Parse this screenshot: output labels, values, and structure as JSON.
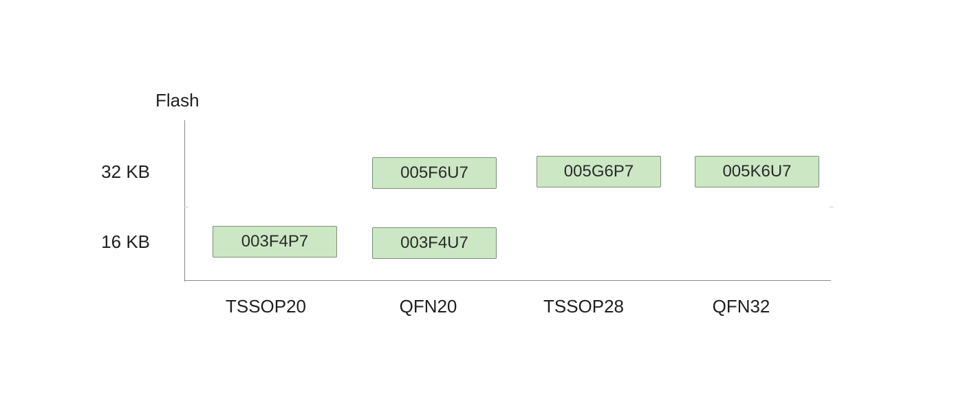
{
  "y_axis_title": "Flash",
  "rows": [
    {
      "label": "32 KB"
    },
    {
      "label": "16 KB"
    }
  ],
  "columns": [
    {
      "label": "TSSOP20"
    },
    {
      "label": "QFN20"
    },
    {
      "label": "TSSOP28"
    },
    {
      "label": "QFN32"
    }
  ],
  "parts": [
    {
      "name": "003F4P7",
      "package": "TSSOP20",
      "flash": "16 KB"
    },
    {
      "name": "005F6U7",
      "package": "QFN20",
      "flash": "32 KB"
    },
    {
      "name": "003F4U7",
      "package": "QFN20",
      "flash": "16 KB"
    },
    {
      "name": "005G6P7",
      "package": "TSSOP28",
      "flash": "32 KB"
    },
    {
      "name": "005K6U7",
      "package": "QFN32",
      "flash": "32 KB"
    }
  ],
  "colors": {
    "box_fill": "#cce7c4",
    "box_border": "#7c8f78",
    "axis": "#8a8a8a"
  }
}
